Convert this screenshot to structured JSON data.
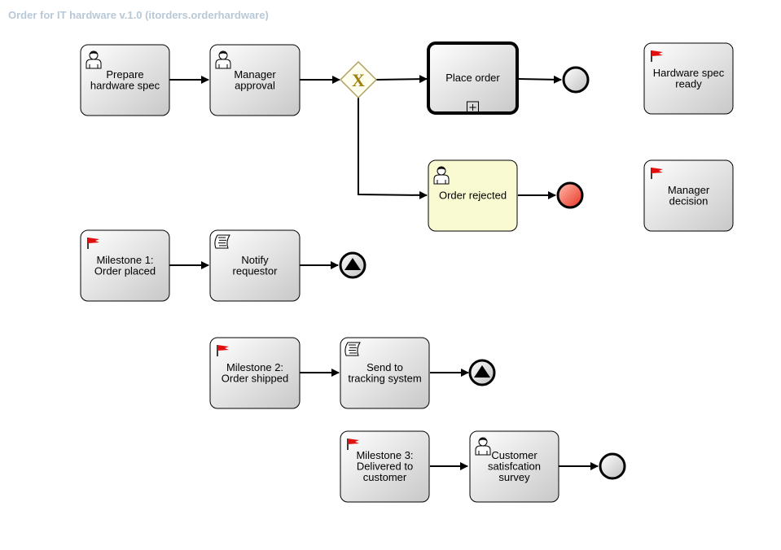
{
  "title": "Order for IT hardware v.1.0 (itorders.orderhardware)",
  "colors": {
    "task_fill": "#dcdcdc",
    "rejected_fill": "#fafad2",
    "end_error": "#f06050",
    "gateway_fill": "#fffff0",
    "gateway_stroke": "#b0a060",
    "gateway_mark": "#a08010",
    "flag": "#e01010",
    "title": "#b8c8d8"
  },
  "tasks": [
    {
      "id": "prepare",
      "icon": "user-icon",
      "lines": [
        "Prepare",
        "hardware spec"
      ]
    },
    {
      "id": "approval",
      "icon": "user-icon",
      "lines": [
        "Manager",
        "approval"
      ]
    },
    {
      "id": "place_order",
      "icon": "subprocess-marker-icon",
      "lines": [
        "Place order"
      ]
    },
    {
      "id": "rejected",
      "icon": "user-icon",
      "lines": [
        "Order rejected"
      ]
    },
    {
      "id": "spec_ready",
      "icon": "milestone-flag-icon",
      "lines": [
        "Hardware spec",
        "ready"
      ]
    },
    {
      "id": "mgr_decision",
      "icon": "milestone-flag-icon",
      "lines": [
        "Manager",
        "decision"
      ]
    },
    {
      "id": "ms1",
      "icon": "milestone-flag-icon",
      "lines": [
        "Milestone 1:",
        "Order placed"
      ]
    },
    {
      "id": "notify",
      "icon": "script-icon",
      "lines": [
        "Notify",
        "requestor"
      ]
    },
    {
      "id": "ms2",
      "icon": "milestone-flag-icon",
      "lines": [
        "Milestone 2:",
        "Order shipped"
      ]
    },
    {
      "id": "tracking",
      "icon": "script-icon",
      "lines": [
        "Send to",
        "tracking system"
      ]
    },
    {
      "id": "ms3",
      "icon": "milestone-flag-icon",
      "lines": [
        "Milestone 3:",
        "Delivered to",
        "customer"
      ]
    },
    {
      "id": "survey",
      "icon": "user-icon",
      "lines": [
        "Customer",
        "satisfcation",
        "survey"
      ]
    }
  ],
  "gateway": {
    "id": "decision",
    "type": "exclusive",
    "icon": "exclusive-gateway-x-icon"
  },
  "events": [
    {
      "id": "end_order",
      "type": "end"
    },
    {
      "id": "end_rejected",
      "type": "end-error"
    },
    {
      "id": "end_notify",
      "type": "end-signal"
    },
    {
      "id": "end_tracking",
      "type": "end-signal"
    },
    {
      "id": "end_survey",
      "type": "end"
    }
  ]
}
